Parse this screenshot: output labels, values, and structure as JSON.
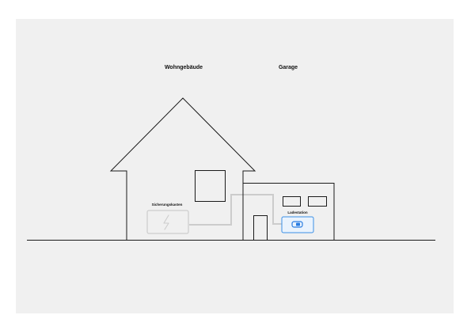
{
  "labels": {
    "house": "Wohngebäude",
    "garage": "Garage",
    "fuse_box": "Sicherungskasten",
    "charging_station": "Ladestation"
  },
  "icons": {
    "fuse_box": "lightning-bolt-icon",
    "charging_station": "car-charging-icon"
  },
  "colors": {
    "background": "#f0f0f0",
    "outline": "#1a1a1a",
    "cable": "#cccccc",
    "fuse_box_border": "#cccccc",
    "charging_station_border": "#3b8fe6",
    "charging_station_fill": "#eaf3fd",
    "accent": "#2a7de1"
  }
}
